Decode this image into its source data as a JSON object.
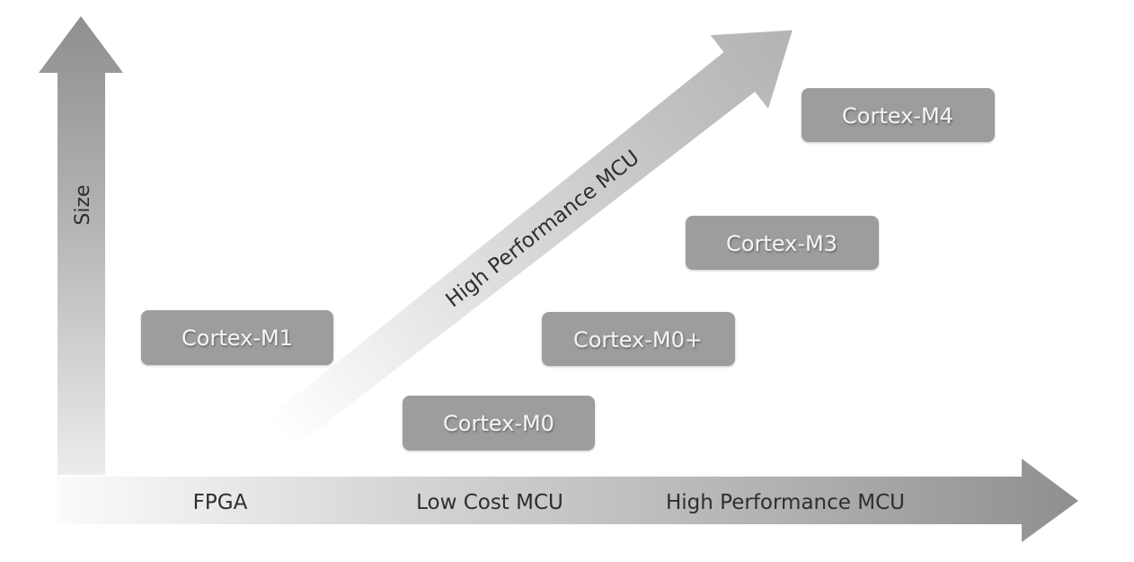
{
  "diagram": {
    "title": "ARM Cortex-M processor positioning",
    "colors": {
      "arrow_dark": "#8f8f8f",
      "arrow_light": "#ffffff",
      "box_fill": "#9d9d9d",
      "box_text": "#f4f4f4",
      "label_text": "#2e2e2e"
    },
    "axes": {
      "vertical": {
        "label": "Size"
      },
      "horizontal": {
        "segments": [
          {
            "label": "FPGA"
          },
          {
            "label": "Low Cost MCU"
          },
          {
            "label": "High Performance MCU"
          }
        ]
      },
      "diagonal": {
        "label": "High Performance MCU"
      }
    },
    "processors": [
      {
        "label": "Cortex-M1"
      },
      {
        "label": "Cortex-M0"
      },
      {
        "label": "Cortex-M0+"
      },
      {
        "label": "Cortex-M3"
      },
      {
        "label": "Cortex-M4"
      }
    ]
  }
}
